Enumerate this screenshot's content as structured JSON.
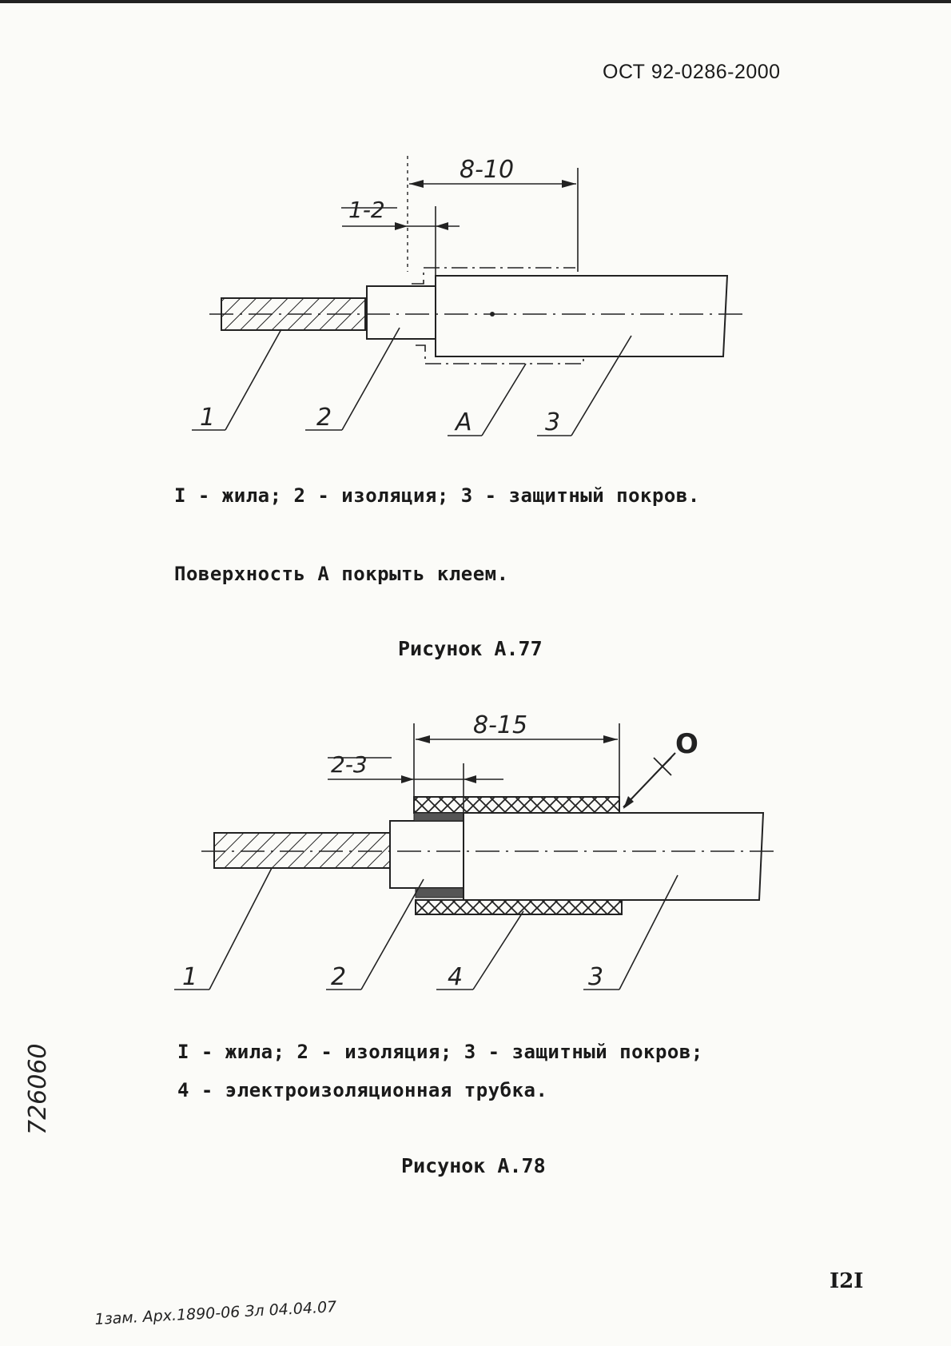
{
  "header": {
    "doc_code": "ОСТ 92-0286-2000"
  },
  "figure77": {
    "dim_top": "8-10",
    "dim_small": "1-2",
    "labels": [
      "1",
      "2",
      "A",
      "3"
    ],
    "legend": "I - жила; 2 - изоляция; 3 - защитный покров.",
    "note": "Поверхность А покрыть клеем.",
    "caption": "Рисунок А.77"
  },
  "figure78": {
    "dim_top": "8-15",
    "dim_small": "2-3",
    "marker": "O",
    "labels": [
      "1",
      "2",
      "4",
      "3"
    ],
    "legend_line1": "I - жила; 2 - изоляция; 3 - защитный покров;",
    "legend_line2": "4 - электроизоляционная трубка.",
    "caption": "Рисунок А.78"
  },
  "footer": {
    "page_number": "I2I",
    "inventory_number": "726060",
    "handwritten_note": "1зам. Арх.1890-06 Зл 04.04.07"
  }
}
